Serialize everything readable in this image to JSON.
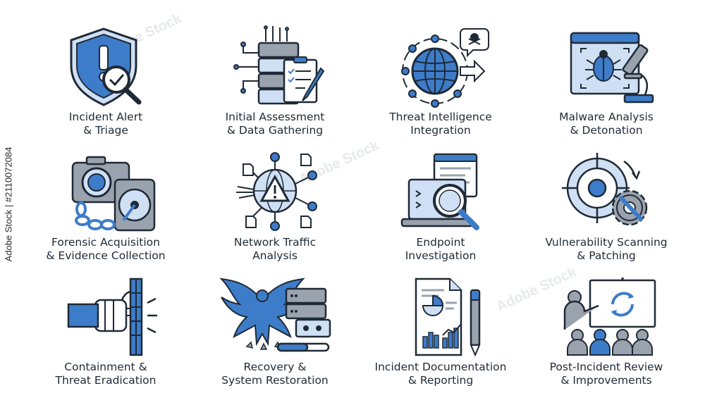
{
  "stock_id": "Adobe Stock | #2110072084",
  "watermark": "Adobe Stock",
  "colors": {
    "accent": "#3d7cc9",
    "light_accent": "#cfe0f5",
    "outline": "#1f2a36",
    "gray": "#9aa3ad"
  },
  "icons": [
    {
      "line1": "Incident Alert",
      "line2": "& Triage",
      "icon": "shield-alert-icon"
    },
    {
      "line1": "Initial Assessment",
      "line2": "& Data Gathering",
      "icon": "server-clipboard-icon"
    },
    {
      "line1": "Threat Intelligence",
      "line2": "Integration",
      "icon": "globe-network-icon"
    },
    {
      "line1": "Malware Analysis",
      "line2": "& Detonation",
      "icon": "bug-microscope-icon"
    },
    {
      "line1": "Forensic Acquisition",
      "line2": "& Evidence Collection",
      "icon": "camera-harddrive-icon"
    },
    {
      "line1": "Network Traffic",
      "line2": "Analysis",
      "icon": "network-alert-icon"
    },
    {
      "line1": "Endpoint",
      "line2": "Investigation",
      "icon": "laptop-magnifier-icon"
    },
    {
      "line1": "Vulnerability Scanning",
      "line2": "& Patching",
      "icon": "target-gear-icon"
    },
    {
      "line1": "Containment &",
      "line2": "Threat Eradication",
      "icon": "hand-wall-icon"
    },
    {
      "line1": "Recovery &",
      "line2": "System Restoration",
      "icon": "phoenix-server-icon"
    },
    {
      "line1": "Incident Documentation",
      "line2": "& Reporting",
      "icon": "report-pen-icon"
    },
    {
      "line1": "Post-Incident Review",
      "line2": "& Improvements",
      "icon": "presentation-team-icon"
    }
  ]
}
